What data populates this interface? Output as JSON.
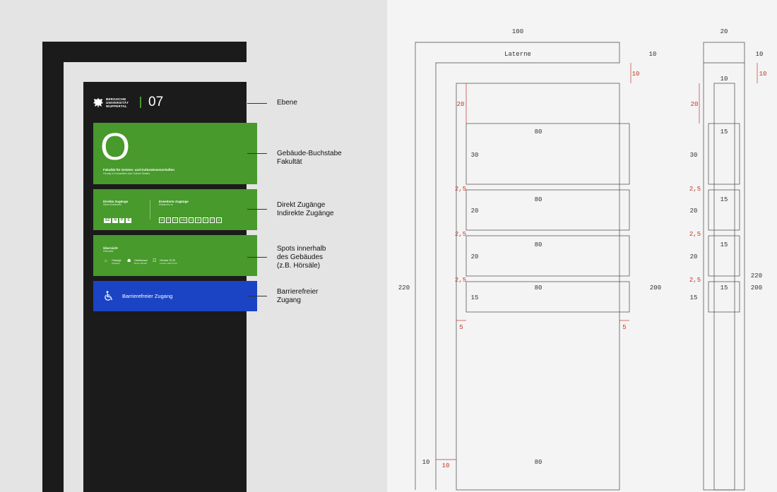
{
  "sign": {
    "university": {
      "line1": "BERGISCHE",
      "line2": "UNIVERSITÄT",
      "line3": "WUPPERTAL"
    },
    "level": "07",
    "letter": "O",
    "faculty_de": "Fakultät für Geistes- und Kulturwissenschaften",
    "faculty_en": "Faculty of Humanities and Cultural Studies",
    "direct_title": "Direkte Zugänge",
    "direct_sub": "Direct Entrances",
    "direct_items": [
      "SZ",
      "N",
      "P",
      "S"
    ],
    "extended_title": "Erweiterte Zugänge",
    "extended_sub": "Entrances to",
    "extended_items": [
      "D",
      "F",
      "G",
      "HN",
      "L",
      "M",
      "S",
      "T",
      "U"
    ],
    "overview_title": "Übersicht",
    "overview_sub": "Overview",
    "spots": [
      {
        "title": "Ostspige",
        "sub": "Ostpiano"
      },
      {
        "title": "Gebetsraum",
        "sub": "Room Mental"
      },
      {
        "title": "Hörsaal 15-33",
        "sub": "Lecture Hall 15-33"
      }
    ],
    "accessible": "Barrierefreier Zugang",
    "accent_green": "#479a2b",
    "accent_blue": "#1a44c4",
    "sign_black": "#1b1b1b"
  },
  "labels": {
    "ebene": "Ebene",
    "building_1": "Gebäude-Buchstabe",
    "building_2": "Fakultät",
    "access_1": "Direkt Zugänge",
    "access_2": "Indirekte Zugänge",
    "spots_1": "Spots innerhalb",
    "spots_2": "des Gebäudes",
    "spots_3": "(z.B. Hörsäle)",
    "barrier_1": "Barrierefreier",
    "barrier_2": "Zugang"
  },
  "dims": {
    "laterne": "Laterne",
    "front_width": "100",
    "side_width": "20",
    "top_thick": "10",
    "top_gap": "10",
    "side_inner": "10",
    "top_margin": "20",
    "panel_width": "80",
    "side_panel_width": "15",
    "panel_h1": "30",
    "panel_h2": "20",
    "panel_h3": "20",
    "panel_h4": "15",
    "gap": "2,5",
    "side_gap": "2,5",
    "edge": "5",
    "total_height": "220",
    "body_height": "200",
    "bottom_width": "80",
    "leg": "10",
    "leg_red": "10"
  }
}
